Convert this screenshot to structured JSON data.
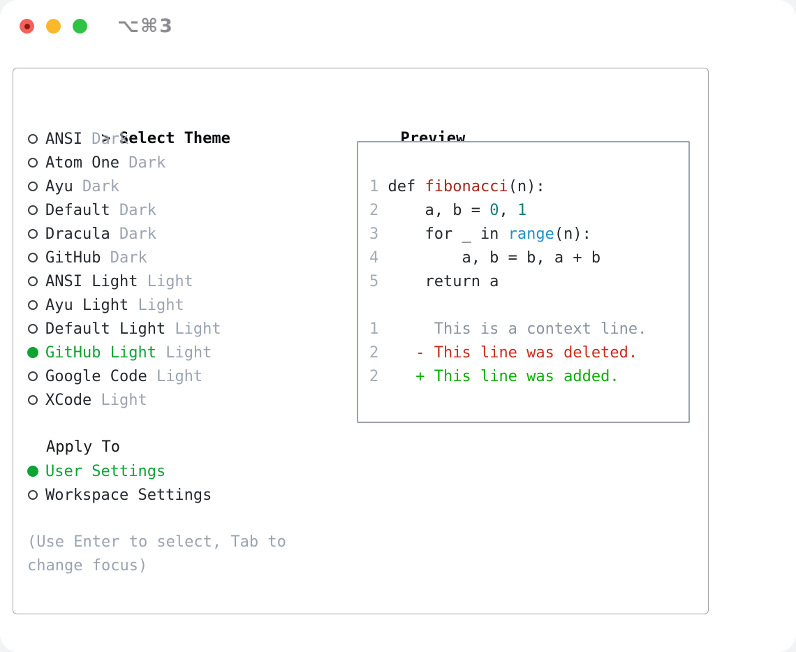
{
  "window": {
    "title": "⌥⌘3",
    "traffic_lights": [
      "close",
      "minimize",
      "zoom"
    ]
  },
  "colors": {
    "selected_green": "#0da433",
    "added_green": "#0bae08",
    "deleted_red": "#cb2d1c",
    "function_red": "#a3281e",
    "number_teal": "#0e7d72",
    "builtin_blue": "#1b93c6",
    "muted_gray": "#9aa4b0",
    "context_gray": "#8b949d",
    "border_gray": "#9aa2ab",
    "text_dark": "#24292e"
  },
  "theme_panel": {
    "header": {
      "pointer": ">",
      "label": "Select Theme"
    },
    "themes": [
      {
        "name": "ANSI",
        "variant": "Dark",
        "selected": false
      },
      {
        "name": "Atom One",
        "variant": "Dark",
        "selected": false
      },
      {
        "name": "Ayu",
        "variant": "Dark",
        "selected": false
      },
      {
        "name": "Default",
        "variant": "Dark",
        "selected": false
      },
      {
        "name": "Dracula",
        "variant": "Dark",
        "selected": false
      },
      {
        "name": "GitHub",
        "variant": "Dark",
        "selected": false
      },
      {
        "name": "ANSI Light",
        "variant": "Light",
        "selected": false
      },
      {
        "name": "Ayu Light",
        "variant": "Light",
        "selected": false
      },
      {
        "name": "Default Light",
        "variant": "Light",
        "selected": false
      },
      {
        "name": "GitHub Light",
        "variant": "Light",
        "selected": true
      },
      {
        "name": "Google Code",
        "variant": "Light",
        "selected": false
      },
      {
        "name": "XCode",
        "variant": "Light",
        "selected": false
      }
    ],
    "apply_to": {
      "label": "Apply To",
      "options": [
        {
          "label": "User Settings",
          "selected": true
        },
        {
          "label": "Workspace Settings",
          "selected": false
        }
      ]
    },
    "hint": "(Use Enter to select, Tab to change focus)"
  },
  "preview": {
    "title": "Preview",
    "rows": [
      {
        "num": "1",
        "tokens": [
          {
            "t": "def ",
            "c": "p"
          },
          {
            "t": "fibonacci",
            "c": "fn"
          },
          {
            "t": "(n):",
            "c": "p"
          }
        ]
      },
      {
        "num": "2",
        "tokens": [
          {
            "t": "    a, b = ",
            "c": "p"
          },
          {
            "t": "0",
            "c": "num"
          },
          {
            "t": ", ",
            "c": "p"
          },
          {
            "t": "1",
            "c": "num"
          }
        ]
      },
      {
        "num": "3",
        "tokens": [
          {
            "t": "    for _ in ",
            "c": "p"
          },
          {
            "t": "range",
            "c": "bi"
          },
          {
            "t": "(n):",
            "c": "p"
          }
        ]
      },
      {
        "num": "4",
        "tokens": [
          {
            "t": "        a, b = b, a + b",
            "c": "p"
          }
        ]
      },
      {
        "num": "5",
        "tokens": [
          {
            "t": "    return a",
            "c": "p"
          }
        ]
      },
      {
        "num": "",
        "tokens": []
      },
      {
        "num": "1",
        "tokens": [
          {
            "t": "     This is a context line.",
            "c": "ctx"
          }
        ]
      },
      {
        "num": "2",
        "tokens": [
          {
            "t": "   ",
            "c": "p"
          },
          {
            "t": "- This line was deleted.",
            "c": "del"
          }
        ]
      },
      {
        "num": "2",
        "tokens": [
          {
            "t": "   ",
            "c": "p"
          },
          {
            "t": "+ This line was added.",
            "c": "add"
          }
        ]
      }
    ]
  }
}
